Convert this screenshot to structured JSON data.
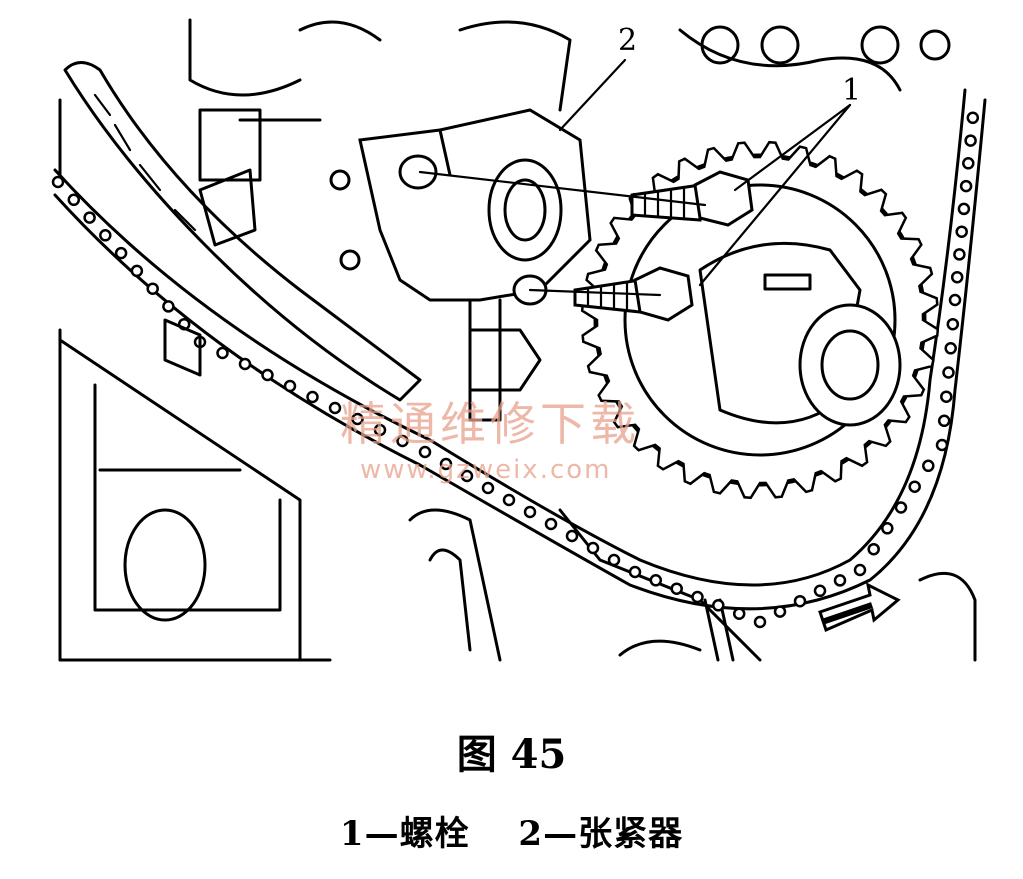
{
  "figure": {
    "title": "图 45",
    "legend": [
      {
        "label": "1—螺栓"
      },
      {
        "label": "2—张紧器"
      }
    ],
    "callouts": [
      {
        "number": "1",
        "part": "bolt"
      },
      {
        "number": "2",
        "part": "tensioner"
      }
    ]
  },
  "watermark": {
    "text": "精通维修下载",
    "url": "www.gzweix.com",
    "color": "#e9a18c"
  },
  "icons": {
    "direction_arrow": "arrow-right-icon"
  }
}
